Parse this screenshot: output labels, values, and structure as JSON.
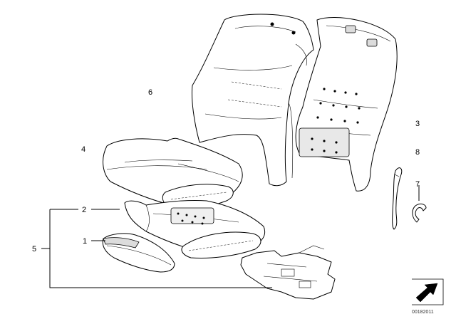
{
  "callouts": [
    {
      "id": "1",
      "text": "1"
    },
    {
      "id": "2",
      "text": "2"
    },
    {
      "id": "3",
      "text": "3"
    },
    {
      "id": "4",
      "text": "4"
    },
    {
      "id": "5",
      "text": "5"
    },
    {
      "id": "6",
      "text": "6"
    },
    {
      "id": "7",
      "text": "7"
    },
    {
      "id": "8",
      "text": "8"
    }
  ],
  "reference_number": "00182011",
  "icons": {
    "orientation_arrow": "arrow-icon"
  }
}
